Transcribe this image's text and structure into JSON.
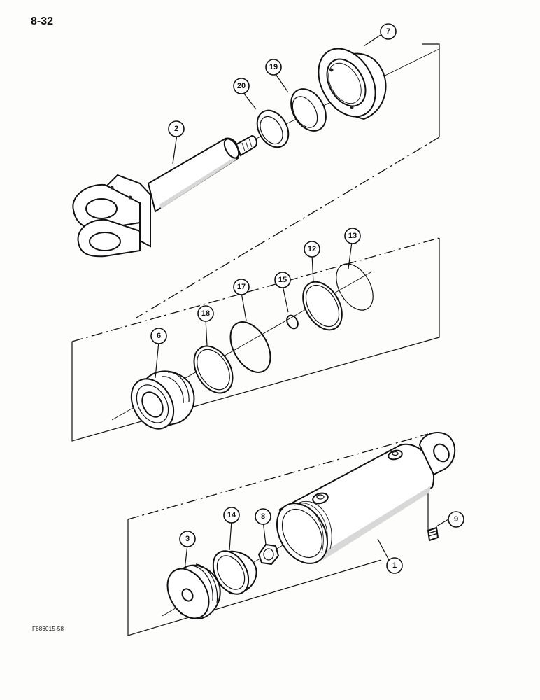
{
  "page_number": "8-32",
  "figure_id": "F886015-58",
  "callouts": {
    "c1": "1",
    "c2": "2",
    "c3": "3",
    "c6": "6",
    "c7": "7",
    "c8": "8",
    "c9": "9",
    "c12": "12",
    "c13": "13",
    "c14": "14",
    "c15": "15",
    "c17": "17",
    "c18": "18",
    "c19": "19",
    "c20": "20"
  }
}
